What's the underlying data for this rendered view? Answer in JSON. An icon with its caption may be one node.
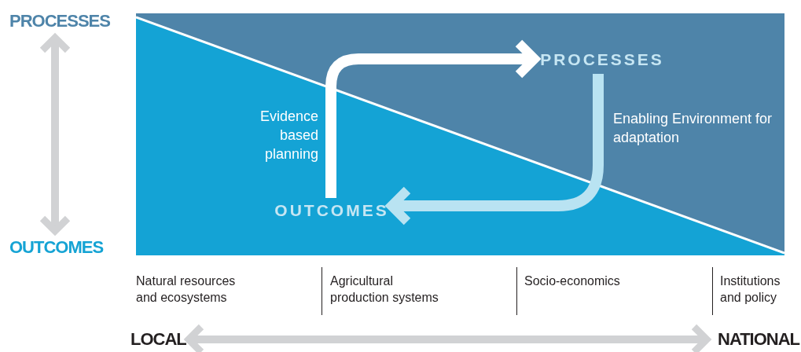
{
  "diagram": {
    "nodes": [
      {
        "text": [
          "PROCESSES"
        ]
      },
      {
        "text": [
          "OUTCOMES"
        ]
      },
      {
        "text": [],
        "shape": "box"
      },
      {
        "text": [
          "PROCESSES"
        ],
        "in": 2
      },
      {
        "text": [
          "OUTCOMES"
        ],
        "in": 2
      },
      {
        "text": [
          "LOCAL"
        ]
      },
      {
        "text": [
          "NATIONAL"
        ]
      }
    ],
    "edges": [
      {
        "from": 0,
        "to": 1,
        "arrow": "both",
        "color": "#d1d2d4"
      },
      {
        "from": 4,
        "to": 3,
        "arrow": "to",
        "label": "Evidence based planning"
      },
      {
        "from": 3,
        "to": 4,
        "arrow": "to",
        "label": "Enabling Environment for adaptation",
        "color": "#b9e3f2"
      },
      {
        "from": 5,
        "to": 6,
        "arrow": "both",
        "color": "#d1d2d4"
      }
    ],
    "labels": [
      "Natural resources and ecosystems",
      "Agricultural production systems",
      "Socio-economics",
      "Institutions and policy"
    ]
  }
}
